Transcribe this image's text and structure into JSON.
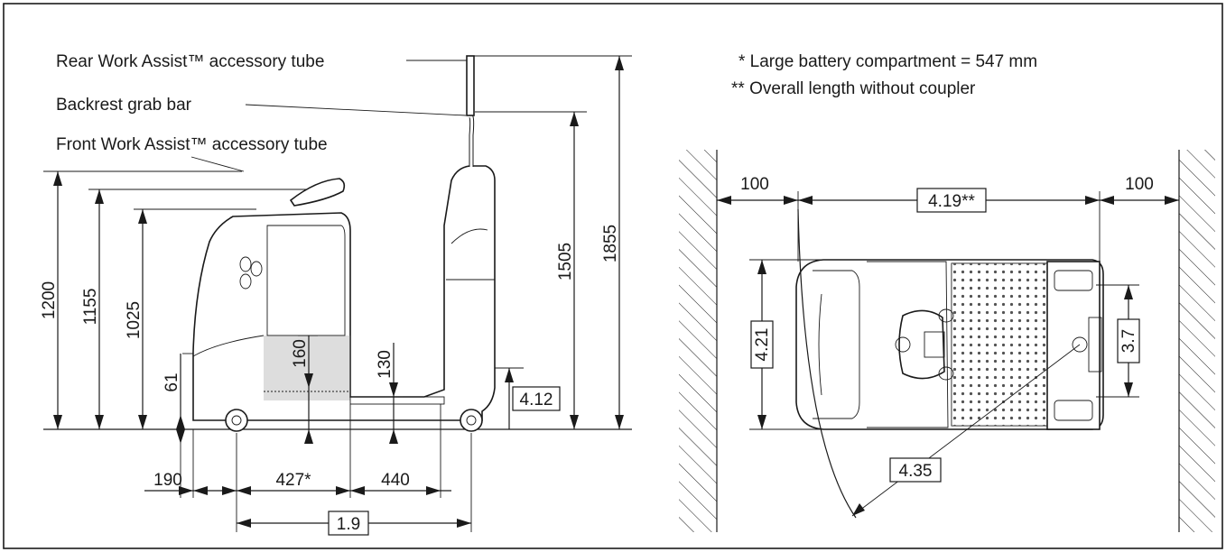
{
  "side_view": {
    "callouts": {
      "rear_tube": "Rear Work Assist™ accessory tube",
      "backrest": "Backrest grab bar",
      "front_tube": "Front Work Assist™ accessory tube"
    },
    "heights": {
      "h1200": "1200",
      "h1155": "1155",
      "h1025": "1025",
      "h61": "61",
      "h160": "160",
      "h130": "130",
      "h1505": "1505",
      "h1855": "1855"
    },
    "ref_412": "4.12",
    "lengths": {
      "l190": "190",
      "l427": "427*",
      "l440": "440",
      "l19": "1.9"
    }
  },
  "notes": {
    "note1": "* Large battery compartment = 547 mm",
    "note2": "** Overall length without coupler"
  },
  "top_view": {
    "left_clear": "100",
    "right_clear": "100",
    "ref_419": "4.19**",
    "ref_421": "4.21",
    "ref_37": "3.7",
    "ref_435": "4.35"
  }
}
